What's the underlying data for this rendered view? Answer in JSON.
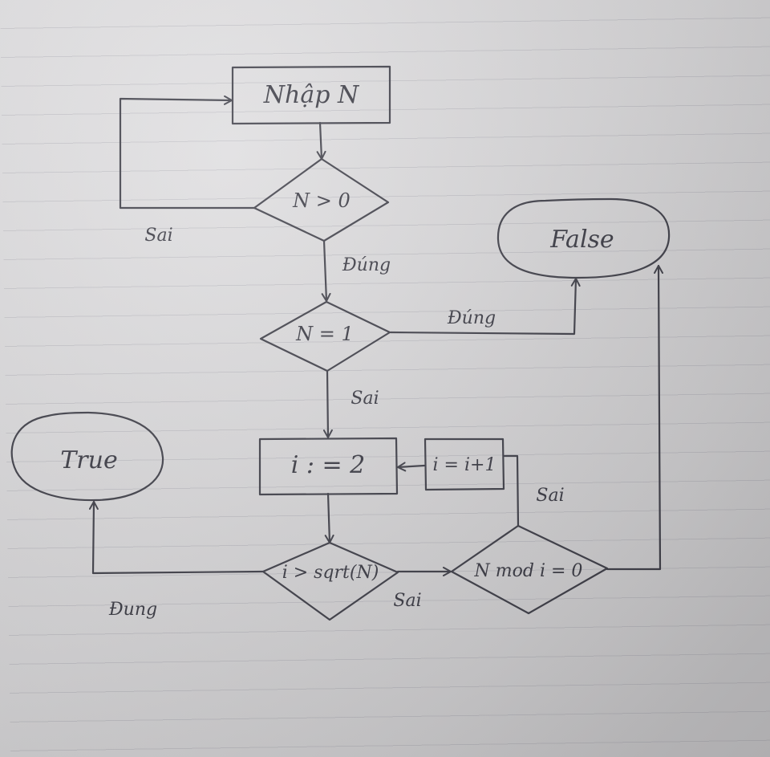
{
  "diagram": {
    "nodes": {
      "input": {
        "label": "Nhập N"
      },
      "check_positive": {
        "label": "N > 0"
      },
      "check_one": {
        "label": "N = 1"
      },
      "init_i": {
        "label": "i : = 2"
      },
      "increment": {
        "label": "i = i+1"
      },
      "check_sqrt": {
        "label": "i > sqrt(N)"
      },
      "check_mod": {
        "label": "N mod i = 0"
      },
      "result_true": {
        "label": "True"
      },
      "result_false": {
        "label": "False"
      }
    },
    "edges": {
      "positive_no": {
        "label": "Sai"
      },
      "positive_yes": {
        "label": "Đúng"
      },
      "one_yes": {
        "label": "Đúng"
      },
      "one_no": {
        "label": "Sai"
      },
      "sqrt_yes": {
        "label": "Đung"
      },
      "sqrt_no": {
        "label": "Sai"
      },
      "mod_no": {
        "label": "Sai"
      }
    }
  }
}
